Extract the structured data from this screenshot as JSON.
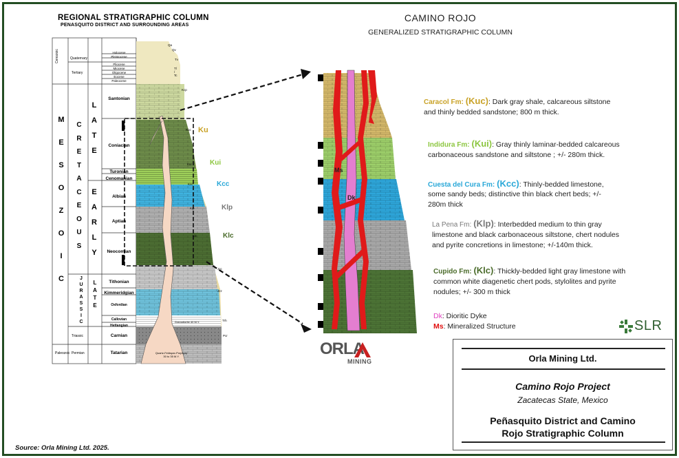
{
  "left_column": {
    "title": "REGIONAL STRATIGRAPHIC COLUMN",
    "subtitle": "PENASQUITO DISTRICT AND SURROUNDING AREAS",
    "era_mesozoic": [
      "M",
      "E",
      "S",
      "O",
      "Z",
      "O",
      "I",
      "C"
    ],
    "system_cretaceous": [
      "C",
      "R",
      "E",
      "T",
      "A",
      "C",
      "E",
      "O",
      "U",
      "S"
    ],
    "system_jurassic": [
      "J",
      "U",
      "R",
      "A",
      "S",
      "S",
      "I",
      "C"
    ],
    "late_letters": [
      "L",
      "A",
      "T",
      "E"
    ],
    "early_letters": [
      "E",
      "A",
      "R",
      "L",
      "Y"
    ],
    "late2_letters": [
      "L",
      "A",
      "T",
      "E"
    ],
    "cenozoic": "Cenozoic",
    "paleozoic": "Paleozoic",
    "quaternary": "Quaternary",
    "tertiary": "Tertiary",
    "triassic": "Triassic",
    "permian": "Permian",
    "epochs_tertiary": [
      "Holocene",
      "Pleistocene",
      "Pliocene",
      "Miocene",
      "Oligocene",
      "Eocene",
      "Paleocene"
    ],
    "stages": [
      "Santonian",
      "Coniacian",
      "Turonian",
      "Cenomanian",
      "Albian",
      "Aptian",
      "Neocomian",
      "Tithonian",
      "Kimmeridgian",
      "Oxfordian",
      "Callovian",
      "Hettangian",
      "Carnian",
      "Tatarian"
    ],
    "small_codes": [
      "Qa",
      "Qv",
      "Tv",
      "Tl / Tc",
      "Kcp",
      "Kuc",
      "Kui",
      "Kcc",
      "Kip",
      "Klc",
      "Jzc",
      "Jzz",
      "Trh",
      "Pcr"
    ],
    "dyke_label": "Granodiorite 40 M.Y.",
    "porphyry_label": "Quartz-Feldspar-Porphyry 30 to 35 M.Y.",
    "unit_codes": [
      {
        "code": "Ku",
        "color": "#c9a227"
      },
      {
        "code": "Kui",
        "color": "#8cc63f"
      },
      {
        "code": "Kcc",
        "color": "#2aa8d8"
      },
      {
        "code": "Klp",
        "color": "#777777"
      },
      {
        "code": "Klc",
        "color": "#4a6b2a"
      }
    ]
  },
  "right_column": {
    "title": "CAMINO ROJO",
    "subtitle": "GENERALIZED STRATIGRAPHIC COLUMN",
    "label_ms": "Ms",
    "label_dk": "Dk"
  },
  "legend": {
    "kuc": {
      "name": "Caracol Fm:",
      "code": "(Kuc)",
      "desc1": ": Dark gray shale, calcareous siltstone",
      "desc2": "and thinly bedded sandstone; 800 m thick.",
      "color": "#c9a227"
    },
    "kui": {
      "name": "Indidura Fm:",
      "code": "(Kui)",
      "desc1": ": Gray thinly laminar-bedded calcareous",
      "desc2": "carbonaceous sandstone and siltstone ; +/- 280m thick.",
      "color": "#8cc63f"
    },
    "kcc": {
      "name": "Cuesta del Cura Fm:",
      "code": "(Kcc)",
      "desc1": ": Thinly-bedded limestone,",
      "desc2": "some sandy beds; distinctive thin black chert beds; +/-",
      "desc3": "280m thick",
      "color": "#2aa8d8"
    },
    "klp": {
      "name": "La Pena Fm:",
      "code": "(Klp)",
      "desc1": ": Interbedded medium to thin gray",
      "desc2": "limestone and black carbonaceous siltstone, chert nodules",
      "desc3": "and pyrite concretions in limestone; +/-140m thick.",
      "color": "#777777"
    },
    "klc": {
      "name": "Cupido Fm:",
      "code": "(Klc)",
      "desc1": ": Thickly-bedded light gray limestone with",
      "desc2": "common white diagenetic chert pods, stylolites and pyrite",
      "desc3": "nodules; +/- 300 m thick",
      "color": "#4a6b2a"
    },
    "dk": {
      "code": "Dk",
      "desc": ": Dioritic Dyke",
      "color": "#e040c0"
    },
    "ms": {
      "code": "Ms",
      "desc": ": Mineralized Structure",
      "color": "#e01010"
    }
  },
  "logos": {
    "slr": "SLR",
    "orla_main": "ORLA",
    "orla_sub": "MINING"
  },
  "title_block": {
    "company": "Orla Mining Ltd.",
    "project": "Camino Rojo Project",
    "location": "Zacatecas State, Mexico",
    "title_line1": "Peñasquito District and Camino",
    "title_line2": "Rojo Stratigraphic Column"
  },
  "source": "Source:  Orla Mining Ltd. 2025."
}
